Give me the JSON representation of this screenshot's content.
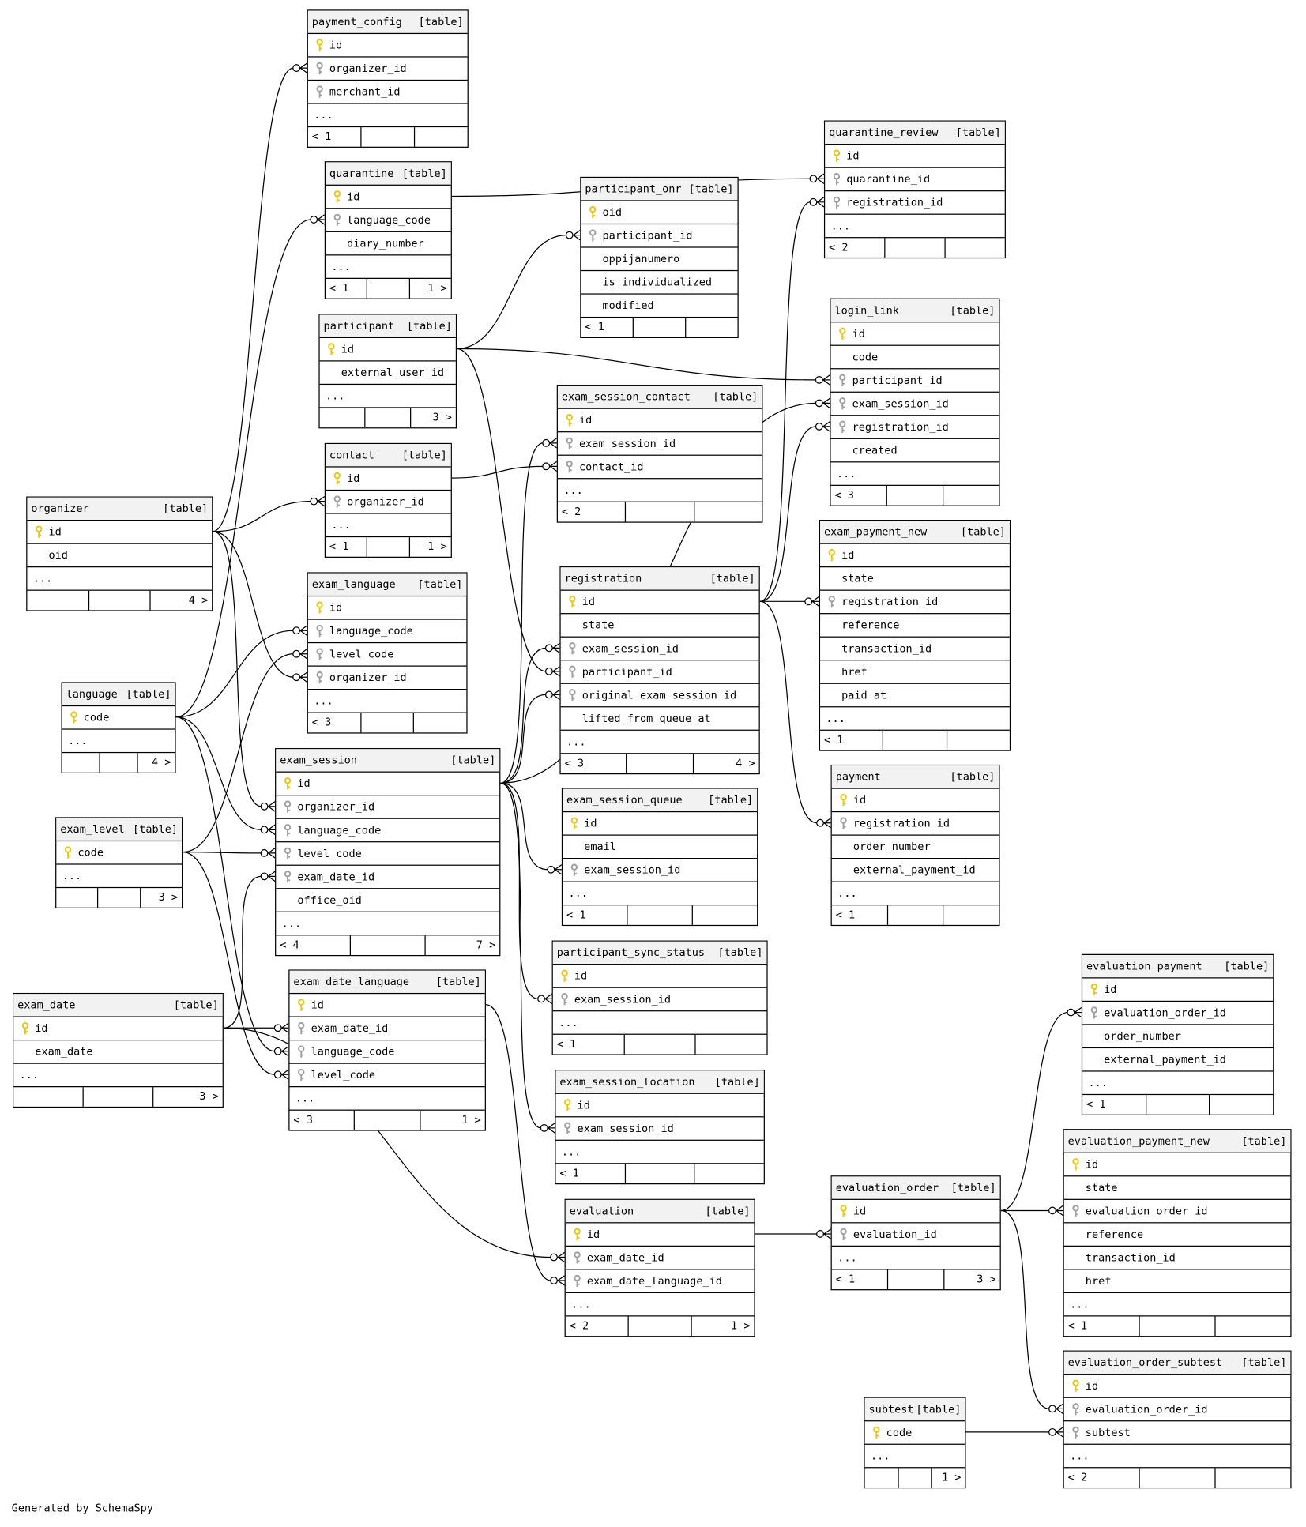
{
  "footer": "Generated by SchemaSpy",
  "table_tag": "[table]",
  "colors": {
    "primary_key": "#e6c619",
    "foreign_key": "#a0a0a0",
    "header_bg": "#f2f2f2"
  },
  "tables": {
    "payment_config": {
      "name": "payment_config",
      "columns": [
        {
          "name": "id",
          "key": "pk"
        },
        {
          "name": "organizer_id",
          "key": "fk"
        },
        {
          "name": "merchant_id",
          "key": "fk"
        },
        {
          "name": "...",
          "key": ""
        }
      ],
      "footer": [
        "< 1",
        "",
        ""
      ]
    },
    "quarantine": {
      "name": "quarantine",
      "columns": [
        {
          "name": "id",
          "key": "pk"
        },
        {
          "name": "language_code",
          "key": "fk"
        },
        {
          "name": "diary_number",
          "key": "none"
        },
        {
          "name": "...",
          "key": ""
        }
      ],
      "footer": [
        "< 1",
        "",
        "1 >"
      ]
    },
    "participant_onr": {
      "name": "participant_onr",
      "columns": [
        {
          "name": "oid",
          "key": "pk"
        },
        {
          "name": "participant_id",
          "key": "fk"
        },
        {
          "name": "oppijanumero",
          "key": "none"
        },
        {
          "name": "is_individualized",
          "key": "none"
        },
        {
          "name": "modified",
          "key": "none"
        }
      ],
      "footer": [
        "< 1",
        "",
        ""
      ]
    },
    "quarantine_review": {
      "name": "quarantine_review",
      "columns": [
        {
          "name": "id",
          "key": "pk"
        },
        {
          "name": "quarantine_id",
          "key": "fk"
        },
        {
          "name": "registration_id",
          "key": "fk"
        },
        {
          "name": "...",
          "key": ""
        }
      ],
      "footer": [
        "< 2",
        "",
        ""
      ]
    },
    "participant": {
      "name": "participant",
      "columns": [
        {
          "name": "id",
          "key": "pk"
        },
        {
          "name": "external_user_id",
          "key": "none"
        },
        {
          "name": "...",
          "key": ""
        }
      ],
      "footer": [
        "",
        "",
        "3 >"
      ]
    },
    "login_link": {
      "name": "login_link",
      "columns": [
        {
          "name": "id",
          "key": "pk"
        },
        {
          "name": "code",
          "key": "none"
        },
        {
          "name": "participant_id",
          "key": "fk"
        },
        {
          "name": "exam_session_id",
          "key": "fk"
        },
        {
          "name": "registration_id",
          "key": "fk"
        },
        {
          "name": "created",
          "key": "none"
        },
        {
          "name": "...",
          "key": ""
        }
      ],
      "footer": [
        "< 3",
        "",
        ""
      ]
    },
    "exam_session_contact": {
      "name": "exam_session_contact",
      "columns": [
        {
          "name": "id",
          "key": "pk"
        },
        {
          "name": "exam_session_id",
          "key": "fk"
        },
        {
          "name": "contact_id",
          "key": "fk"
        },
        {
          "name": "...",
          "key": ""
        }
      ],
      "footer": [
        "< 2",
        "",
        ""
      ]
    },
    "contact": {
      "name": "contact",
      "columns": [
        {
          "name": "id",
          "key": "pk"
        },
        {
          "name": "organizer_id",
          "key": "fk"
        },
        {
          "name": "...",
          "key": ""
        }
      ],
      "footer": [
        "< 1",
        "",
        "1 >"
      ]
    },
    "organizer": {
      "name": "organizer",
      "columns": [
        {
          "name": "id",
          "key": "pk"
        },
        {
          "name": "oid",
          "key": "none"
        },
        {
          "name": "...",
          "key": ""
        }
      ],
      "footer": [
        "",
        "",
        "4 >"
      ]
    },
    "exam_payment_new": {
      "name": "exam_payment_new",
      "columns": [
        {
          "name": "id",
          "key": "pk"
        },
        {
          "name": "state",
          "key": "none"
        },
        {
          "name": "registration_id",
          "key": "fk"
        },
        {
          "name": "reference",
          "key": "none"
        },
        {
          "name": "transaction_id",
          "key": "none"
        },
        {
          "name": "href",
          "key": "none"
        },
        {
          "name": "paid_at",
          "key": "none"
        },
        {
          "name": "...",
          "key": ""
        }
      ],
      "footer": [
        "< 1",
        "",
        ""
      ]
    },
    "exam_language": {
      "name": "exam_language",
      "columns": [
        {
          "name": "id",
          "key": "pk"
        },
        {
          "name": "language_code",
          "key": "fk"
        },
        {
          "name": "level_code",
          "key": "fk"
        },
        {
          "name": "organizer_id",
          "key": "fk"
        },
        {
          "name": "...",
          "key": ""
        }
      ],
      "footer": [
        "< 3",
        "",
        ""
      ]
    },
    "registration": {
      "name": "registration",
      "columns": [
        {
          "name": "id",
          "key": "pk"
        },
        {
          "name": "state",
          "key": "none"
        },
        {
          "name": "exam_session_id",
          "key": "fk"
        },
        {
          "name": "participant_id",
          "key": "fk"
        },
        {
          "name": "original_exam_session_id",
          "key": "fk"
        },
        {
          "name": "lifted_from_queue_at",
          "key": "none"
        },
        {
          "name": "...",
          "key": ""
        }
      ],
      "footer": [
        "< 3",
        "",
        "4 >"
      ]
    },
    "language": {
      "name": "language",
      "columns": [
        {
          "name": "code",
          "key": "pk"
        },
        {
          "name": "...",
          "key": ""
        }
      ],
      "footer": [
        "",
        "",
        "4 >"
      ]
    },
    "exam_session": {
      "name": "exam_session",
      "columns": [
        {
          "name": "id",
          "key": "pk"
        },
        {
          "name": "organizer_id",
          "key": "fk"
        },
        {
          "name": "language_code",
          "key": "fk"
        },
        {
          "name": "level_code",
          "key": "fk"
        },
        {
          "name": "exam_date_id",
          "key": "fk"
        },
        {
          "name": "office_oid",
          "key": "none"
        },
        {
          "name": "...",
          "key": ""
        }
      ],
      "footer": [
        "< 4",
        "",
        "7 >"
      ]
    },
    "payment": {
      "name": "payment",
      "columns": [
        {
          "name": "id",
          "key": "pk"
        },
        {
          "name": "registration_id",
          "key": "fk"
        },
        {
          "name": "order_number",
          "key": "none"
        },
        {
          "name": "external_payment_id",
          "key": "none"
        },
        {
          "name": "...",
          "key": ""
        }
      ],
      "footer": [
        "< 1",
        "",
        ""
      ]
    },
    "exam_session_queue": {
      "name": "exam_session_queue",
      "columns": [
        {
          "name": "id",
          "key": "pk"
        },
        {
          "name": "email",
          "key": "none"
        },
        {
          "name": "exam_session_id",
          "key": "fk"
        },
        {
          "name": "...",
          "key": ""
        }
      ],
      "footer": [
        "< 1",
        "",
        ""
      ]
    },
    "exam_level": {
      "name": "exam_level",
      "columns": [
        {
          "name": "code",
          "key": "pk"
        },
        {
          "name": "...",
          "key": ""
        }
      ],
      "footer": [
        "",
        "",
        "3 >"
      ]
    },
    "participant_sync_status": {
      "name": "participant_sync_status",
      "columns": [
        {
          "name": "id",
          "key": "pk"
        },
        {
          "name": "exam_session_id",
          "key": "fk"
        },
        {
          "name": "...",
          "key": ""
        }
      ],
      "footer": [
        "< 1",
        "",
        ""
      ]
    },
    "exam_date_language": {
      "name": "exam_date_language",
      "columns": [
        {
          "name": "id",
          "key": "pk"
        },
        {
          "name": "exam_date_id",
          "key": "fk"
        },
        {
          "name": "language_code",
          "key": "fk"
        },
        {
          "name": "level_code",
          "key": "fk"
        },
        {
          "name": "...",
          "key": ""
        }
      ],
      "footer": [
        "< 3",
        "",
        "1 >"
      ]
    },
    "exam_date": {
      "name": "exam_date",
      "columns": [
        {
          "name": "id",
          "key": "pk"
        },
        {
          "name": "exam_date",
          "key": "none"
        },
        {
          "name": "...",
          "key": ""
        }
      ],
      "footer": [
        "",
        "",
        "3 >"
      ]
    },
    "evaluation_payment": {
      "name": "evaluation_payment",
      "columns": [
        {
          "name": "id",
          "key": "pk"
        },
        {
          "name": "evaluation_order_id",
          "key": "fk"
        },
        {
          "name": "order_number",
          "key": "none"
        },
        {
          "name": "external_payment_id",
          "key": "none"
        },
        {
          "name": "...",
          "key": ""
        }
      ],
      "footer": [
        "< 1",
        "",
        ""
      ]
    },
    "exam_session_location": {
      "name": "exam_session_location",
      "columns": [
        {
          "name": "id",
          "key": "pk"
        },
        {
          "name": "exam_session_id",
          "key": "fk"
        },
        {
          "name": "...",
          "key": ""
        }
      ],
      "footer": [
        "< 1",
        "",
        ""
      ]
    },
    "evaluation_payment_new": {
      "name": "evaluation_payment_new",
      "columns": [
        {
          "name": "id",
          "key": "pk"
        },
        {
          "name": "state",
          "key": "none"
        },
        {
          "name": "evaluation_order_id",
          "key": "fk"
        },
        {
          "name": "reference",
          "key": "none"
        },
        {
          "name": "transaction_id",
          "key": "none"
        },
        {
          "name": "href",
          "key": "none"
        },
        {
          "name": "...",
          "key": ""
        }
      ],
      "footer": [
        "< 1",
        "",
        ""
      ]
    },
    "evaluation_order": {
      "name": "evaluation_order",
      "columns": [
        {
          "name": "id",
          "key": "pk"
        },
        {
          "name": "evaluation_id",
          "key": "fk"
        },
        {
          "name": "...",
          "key": ""
        }
      ],
      "footer": [
        "< 1",
        "",
        "3 >"
      ]
    },
    "evaluation": {
      "name": "evaluation",
      "columns": [
        {
          "name": "id",
          "key": "pk"
        },
        {
          "name": "exam_date_id",
          "key": "fk"
        },
        {
          "name": "exam_date_language_id",
          "key": "fk"
        },
        {
          "name": "...",
          "key": ""
        }
      ],
      "footer": [
        "< 2",
        "",
        "1 >"
      ]
    },
    "evaluation_order_subtest": {
      "name": "evaluation_order_subtest",
      "columns": [
        {
          "name": "id",
          "key": "pk"
        },
        {
          "name": "evaluation_order_id",
          "key": "fk"
        },
        {
          "name": "subtest",
          "key": "fk"
        },
        {
          "name": "...",
          "key": ""
        }
      ],
      "footer": [
        "< 2",
        "",
        ""
      ]
    },
    "subtest": {
      "name": "subtest",
      "columns": [
        {
          "name": "code",
          "key": "pk"
        },
        {
          "name": "...",
          "key": ""
        }
      ],
      "footer": [
        "",
        "",
        "1 >"
      ]
    }
  },
  "relationships": [
    {
      "from": "organizer",
      "to": "payment_config",
      "column": "organizer_id"
    },
    {
      "from": "language",
      "to": "quarantine",
      "column": "language_code"
    },
    {
      "from": "quarantine",
      "to": "quarantine_review",
      "column": "quarantine_id"
    },
    {
      "from": "registration",
      "to": "quarantine_review",
      "column": "registration_id"
    },
    {
      "from": "participant",
      "to": "participant_onr",
      "column": "participant_id"
    },
    {
      "from": "participant",
      "to": "login_link",
      "column": "participant_id"
    },
    {
      "from": "exam_session",
      "to": "login_link",
      "column": "exam_session_id"
    },
    {
      "from": "registration",
      "to": "login_link",
      "column": "registration_id"
    },
    {
      "from": "exam_session",
      "to": "exam_session_contact",
      "column": "exam_session_id"
    },
    {
      "from": "contact",
      "to": "exam_session_contact",
      "column": "contact_id"
    },
    {
      "from": "organizer",
      "to": "contact",
      "column": "organizer_id"
    },
    {
      "from": "language",
      "to": "exam_language",
      "column": "language_code"
    },
    {
      "from": "exam_level",
      "to": "exam_language",
      "column": "level_code"
    },
    {
      "from": "organizer",
      "to": "exam_language",
      "column": "organizer_id"
    },
    {
      "from": "registration",
      "to": "exam_payment_new",
      "column": "registration_id"
    },
    {
      "from": "registration",
      "to": "payment",
      "column": "registration_id"
    },
    {
      "from": "exam_session",
      "to": "registration",
      "column": "exam_session_id"
    },
    {
      "from": "participant",
      "to": "registration",
      "column": "participant_id"
    },
    {
      "from": "exam_session",
      "to": "registration",
      "column": "original_exam_session_id"
    },
    {
      "from": "organizer",
      "to": "exam_session",
      "column": "organizer_id"
    },
    {
      "from": "language",
      "to": "exam_session",
      "column": "language_code"
    },
    {
      "from": "exam_level",
      "to": "exam_session",
      "column": "level_code"
    },
    {
      "from": "exam_date",
      "to": "exam_session",
      "column": "exam_date_id"
    },
    {
      "from": "exam_session",
      "to": "exam_session_queue",
      "column": "exam_session_id"
    },
    {
      "from": "exam_session",
      "to": "participant_sync_status",
      "column": "exam_session_id"
    },
    {
      "from": "exam_date",
      "to": "exam_date_language",
      "column": "exam_date_id"
    },
    {
      "from": "language",
      "to": "exam_date_language",
      "column": "language_code"
    },
    {
      "from": "exam_level",
      "to": "exam_date_language",
      "column": "level_code"
    },
    {
      "from": "exam_session",
      "to": "exam_session_location",
      "column": "exam_session_id"
    },
    {
      "from": "exam_date",
      "to": "evaluation",
      "column": "exam_date_id"
    },
    {
      "from": "exam_date_language",
      "to": "evaluation",
      "column": "exam_date_language_id"
    },
    {
      "from": "evaluation",
      "to": "evaluation_order",
      "column": "evaluation_id"
    },
    {
      "from": "evaluation_order",
      "to": "evaluation_payment",
      "column": "evaluation_order_id"
    },
    {
      "from": "evaluation_order",
      "to": "evaluation_payment_new",
      "column": "evaluation_order_id"
    },
    {
      "from": "evaluation_order",
      "to": "evaluation_order_subtest",
      "column": "evaluation_order_id"
    },
    {
      "from": "subtest",
      "to": "evaluation_order_subtest",
      "column": "subtest"
    }
  ]
}
